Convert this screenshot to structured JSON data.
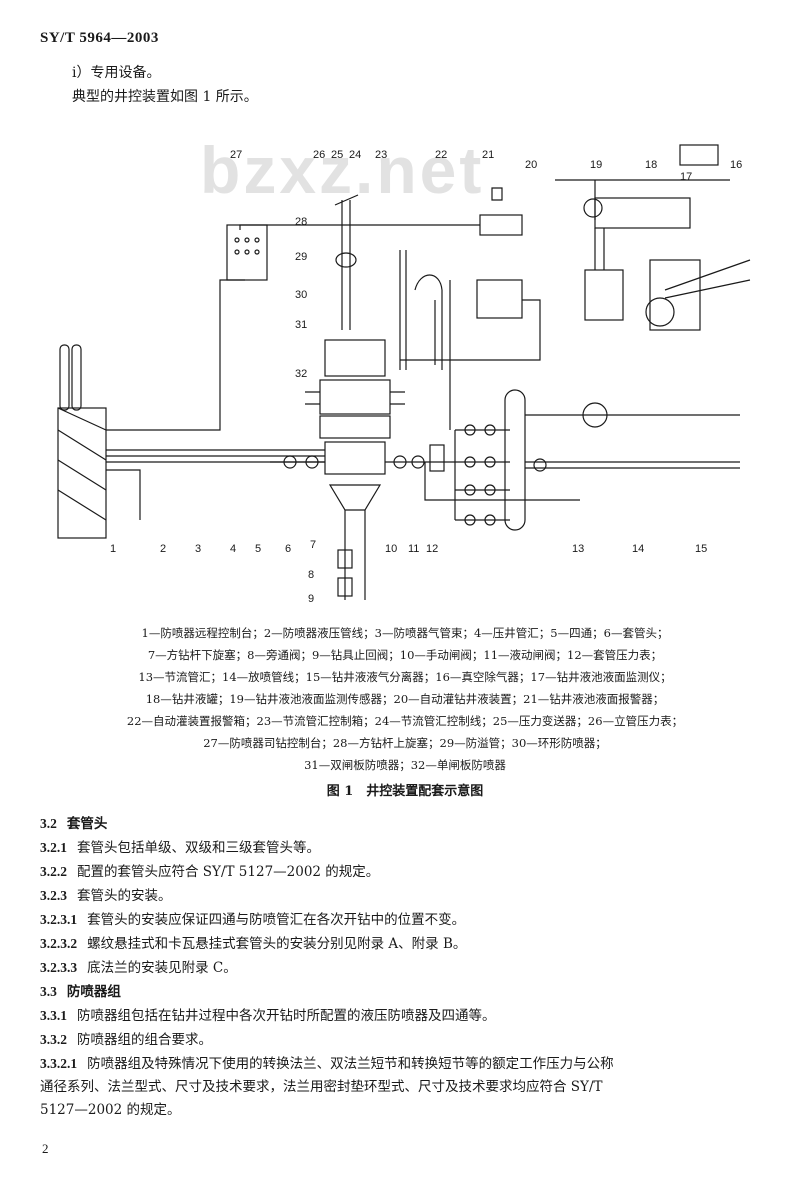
{
  "header": {
    "standard_id": "SY/T 5964—2003"
  },
  "intro": {
    "line1": "i）专用设备。",
    "line2": "典型的井控装置如图 1 所示。"
  },
  "watermark": "bzxz.net",
  "figure": {
    "callouts": [
      "1",
      "2",
      "3",
      "4",
      "5",
      "6",
      "7",
      "8",
      "9",
      "10",
      "11",
      "12",
      "13",
      "14",
      "15",
      "16",
      "17",
      "18",
      "19",
      "20",
      "21",
      "22",
      "23",
      "24",
      "25",
      "26",
      "27",
      "28",
      "29",
      "30",
      "31",
      "32"
    ],
    "legend_lines": [
      "1—防喷器远程控制台；2—防喷器液压管线；3—防喷器气管束；4—压井管汇；5—四通；6—套管头；",
      "7—方钻杆下旋塞；8—旁通阀；9—钻具止回阀；10—手动闸阀；11—液动闸阀；12—套管压力表；",
      "13—节流管汇；14—放喷管线；15—钻井液液气分离器；16—真空除气器；17—钻井液池液面监测仪；",
      "18—钻井液罐；19—钻井液池液面监测传感器；20—自动灌钻井液装置；21—钻井液池液面报警器；",
      "22—自动灌装置报警箱；23—节流管汇控制箱；24—节流管汇控制线；25—压力变送器；26—立管压力表；",
      "27—防喷器司钻控制台；28—方钻杆上旋塞；29—防溢管；30—环形防喷器；",
      "31—双闸板防喷器；32—单闸板防喷器"
    ],
    "caption": "图 1　井控装置配套示意图"
  },
  "sections": [
    {
      "num": "3.2",
      "text": "套管头",
      "heading": true
    },
    {
      "num": "3.2.1",
      "text": "套管头包括单级、双级和三级套管头等。"
    },
    {
      "num": "3.2.2",
      "text": "配置的套管头应符合 SY/T 5127—2002 的规定。"
    },
    {
      "num": "3.2.3",
      "text": "套管头的安装。"
    },
    {
      "num": "3.2.3.1",
      "text": "套管头的安装应保证四通与防喷管汇在各次开钻中的位置不变。"
    },
    {
      "num": "3.2.3.2",
      "text": "螺纹悬挂式和卡瓦悬挂式套管头的安装分别见附录 A、附录 B。"
    },
    {
      "num": "3.2.3.3",
      "text": "底法兰的安装见附录 C。"
    },
    {
      "num": "3.3",
      "text": "防喷器组",
      "heading": true
    },
    {
      "num": "3.3.1",
      "text": "防喷器组包括在钻井过程中各次开钻时所配置的液压防喷器及四通等。"
    },
    {
      "num": "3.3.2",
      "text": "防喷器组的组合要求。"
    },
    {
      "num": "3.3.2.1",
      "text": "防喷器组及特殊情况下使用的转换法兰、双法兰短节和转换短节等的额定工作压力与公称"
    }
  ],
  "section_cont": [
    "通径系列、法兰型式、尺寸及技术要求，法兰用密封垫环型式、尺寸及技术要求均应符合 SY/T",
    "5127—2002 的规定。"
  ],
  "footer": {
    "page_number": "2"
  }
}
